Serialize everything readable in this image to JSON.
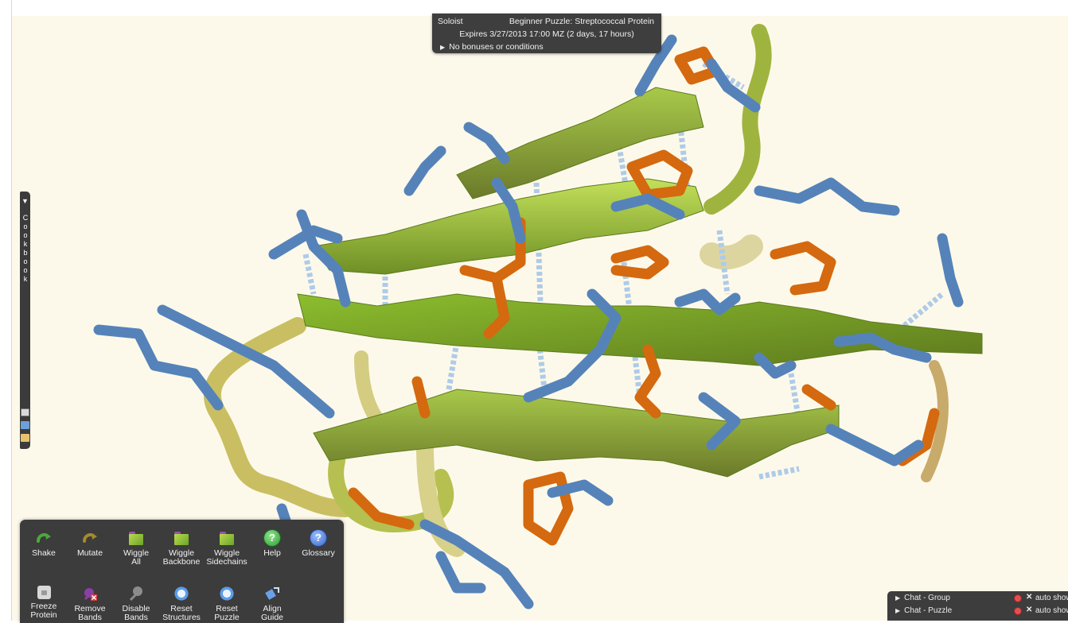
{
  "puzzle_info": {
    "mode": "Soloist",
    "title": "Beginner Puzzle: Streptococcal Protein",
    "expires": "Expires 3/27/2013 17:00 MZ (2 days, 17 hours)",
    "bonuses": "No bonuses or conditions",
    "bonus_icon": "triangle-right-icon"
  },
  "cookbook": {
    "label": "Cookbook",
    "letters": [
      "C",
      "o",
      "o",
      "k",
      "b",
      "o",
      "o",
      "k"
    ],
    "collapse_icon": "triangle-down-icon"
  },
  "toolbar": {
    "row1": [
      {
        "id": "shake",
        "label": "Shake",
        "icon": "shake-icon"
      },
      {
        "id": "mutate",
        "label": "Mutate",
        "icon": "mutate-icon"
      },
      {
        "id": "wiggle-all",
        "label": "Wiggle All",
        "line1": "Wiggle",
        "line2": "All",
        "icon": "folder-icon"
      },
      {
        "id": "wiggle-backbone",
        "label": "Wiggle Backbone",
        "line1": "Wiggle",
        "line2": "Backbone",
        "icon": "folder-icon"
      },
      {
        "id": "wiggle-sidechains",
        "label": "Wiggle Sidechains",
        "line1": "Wiggle",
        "line2": "Sidechains",
        "icon": "folder-icon"
      },
      {
        "id": "help",
        "label": "Help",
        "icon": "help-icon"
      },
      {
        "id": "glossary",
        "label": "Glossary",
        "icon": "glossary-icon"
      }
    ],
    "row2": [
      {
        "id": "freeze-protein",
        "line1": "Freeze",
        "line2": "Protein",
        "icon": "lock-icon"
      },
      {
        "id": "remove-bands",
        "line1": "Remove",
        "line2": "Bands",
        "icon": "remove-bands-icon"
      },
      {
        "id": "disable-bands",
        "line1": "Disable",
        "line2": "Bands",
        "icon": "disable-bands-icon"
      },
      {
        "id": "reset-structures",
        "line1": "Reset",
        "line2": "Structures",
        "icon": "reset-icon"
      },
      {
        "id": "reset-puzzle",
        "line1": "Reset",
        "line2": "Puzzle",
        "icon": "reset-icon"
      },
      {
        "id": "align-guide",
        "line1": "Align",
        "line2": "Guide",
        "icon": "align-guide-icon"
      }
    ]
  },
  "chat": {
    "rows": [
      {
        "label": "Chat - Group",
        "auto": "auto show"
      },
      {
        "label": "Chat - Puzzle",
        "auto": "auto show"
      }
    ]
  },
  "colors": {
    "background": "#fdf9ea",
    "sheet_green": "#9bc637",
    "sidechain_blue": "#4f7fb5",
    "sidechain_orange": "#d66a12",
    "loop_tan": "#c6bd68",
    "hbond": "#a9c8e8",
    "panel": "#3c3c3c"
  }
}
